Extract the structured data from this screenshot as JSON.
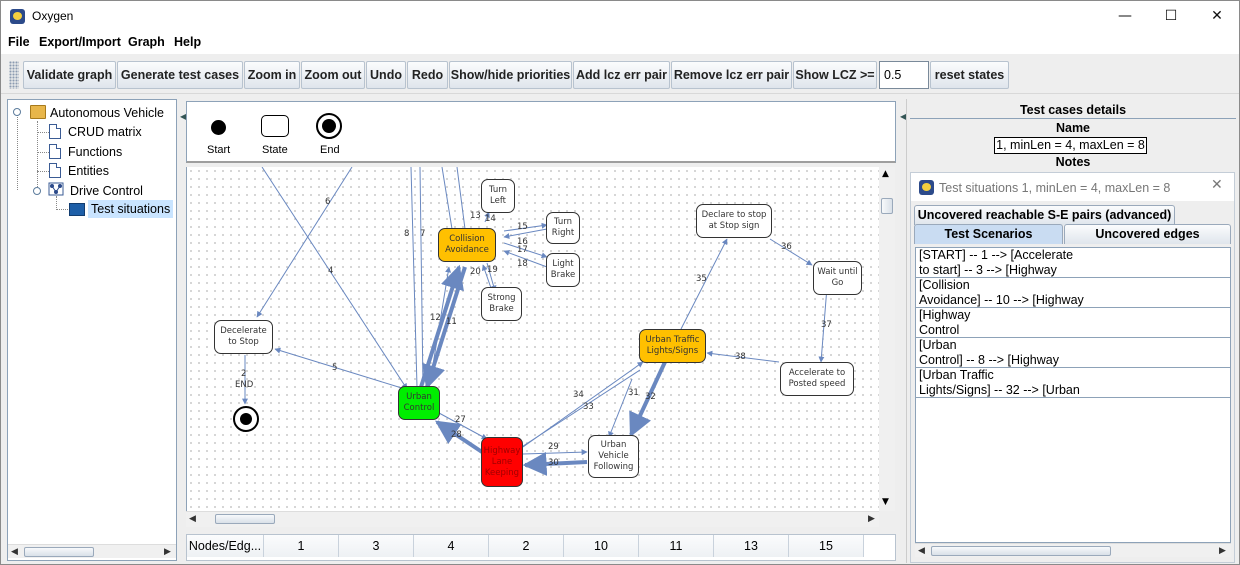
{
  "window": {
    "title": "Oxygen",
    "controls": {
      "minimize": "—",
      "maximize": "☐",
      "close": "✕"
    }
  },
  "menubar": [
    "File",
    "Export/Import",
    "Graph",
    "Help"
  ],
  "toolbar": {
    "buttons": [
      "Validate graph",
      "Generate test cases",
      "Zoom in",
      "Zoom out",
      "Undo",
      "Redo",
      "Show/hide priorities",
      "Add lcz err pair",
      "Remove lcz err pair",
      "Show LCZ >=",
      "reset states"
    ],
    "lcz_value": "0.5"
  },
  "tree": {
    "root": "Autonomous Vehicle",
    "items": [
      "CRUD matrix",
      "Functions",
      "Entities",
      "Drive Control"
    ],
    "selected": "Test situations"
  },
  "palette": {
    "start": "Start",
    "state": "State",
    "end": "End"
  },
  "graph": {
    "nodes": {
      "collision": "Collision\nAvoidance",
      "turn_left": "Turn\nLeft",
      "turn_right": "Turn\nRight",
      "light_brake": "Light\nBrake",
      "strong_brake": "Strong\nBrake",
      "declare_stop": "Declare to stop\nat Stop sign",
      "wait_until_go": "Wait until\nGo",
      "decelerate": "Decelerate\nto Stop",
      "urban_traffic": "Urban Traffic\nLights/Signs",
      "accelerate": "Accelerate to\nPosted speed",
      "urban_control": "Urban\nControl",
      "highway_lane": "Highway\nLane\nKeeping",
      "urban_following": "Urban\nVehicle\nFollowing",
      "end_label": "END"
    },
    "edge_labels": [
      "6",
      "4",
      "8",
      "7",
      "13",
      "14",
      "15",
      "16",
      "17",
      "18",
      "19",
      "20",
      "12",
      "11",
      "5",
      "2",
      "27",
      "28",
      "29",
      "30",
      "31",
      "32",
      "33",
      "34",
      "35",
      "36",
      "37",
      "38"
    ],
    "colors": {
      "orange": "#ffc000",
      "green": "#00ee00",
      "red": "#ff0000",
      "edge": "#6a88c0"
    }
  },
  "bottom_table": {
    "header": "Nodes/Edg...",
    "values": [
      "1",
      "3",
      "4",
      "2",
      "10",
      "11",
      "13",
      "15"
    ]
  },
  "right_panel": {
    "header": "Test cases details",
    "name_label": "Name",
    "name_value": "1, minLen = 4, maxLen = 8",
    "notes_label": "Notes",
    "inner_title": "Test situations 1, minLen = 4, maxLen = 8",
    "tab_advanced": "Uncovered reachable S-E pairs (advanced)",
    "tab_scenarios": "Test Scenarios",
    "tab_edges": "Uncovered edges",
    "scenarios": [
      {
        "line1": "[START] -- 1 --> [Accelerate",
        "line2": "to start] -- 3 --> [Highway"
      },
      {
        "line1": "[Collision",
        "line2": "Avoidance] -- 10 --> [Highway"
      },
      {
        "line1": "[Highway",
        "line2": "Control"
      },
      {
        "line1": "[Urban",
        "line2": "Control] -- 8 --> [Highway"
      },
      {
        "line1": "[Urban Traffic",
        "line2": "Lights/Signs] -- 32 --> [Urban"
      }
    ]
  }
}
